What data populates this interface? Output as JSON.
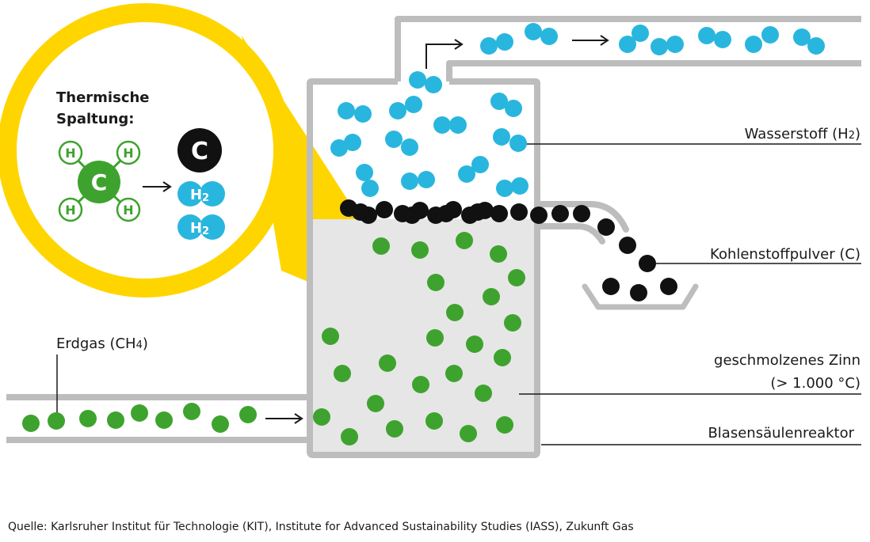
{
  "inset": {
    "title_line1": "Thermische",
    "title_line2": "Spaltung:",
    "h_symbol": "H",
    "c_symbol": "C",
    "h2_symbol": "H",
    "h2_subscript": "2"
  },
  "labels": {
    "hydrogen": "Wasserstoff (H",
    "hydrogen_sub": "2",
    "hydrogen_close": ")",
    "carbon": "Kohlenstoffpulver (C)",
    "methane": "Erdgas (CH",
    "methane_sub": "4",
    "methane_close": ")",
    "tin_line1": "geschmolzenes Zinn",
    "tin_line2": "(> 1.000 °C)",
    "reactor": "Blasensäulenreaktor"
  },
  "source": "Quelle: Karlsruher Institut für Technologie (KIT), Institute for Advanced Sustainability Studies (IASS), Zukunft Gas",
  "colors": {
    "yellow": "#FFD500",
    "green": "#3EA32E",
    "cyan": "#29B6DE",
    "black": "#111111",
    "wall": "#BDBDBD",
    "liquid": "#E6E6E6"
  }
}
